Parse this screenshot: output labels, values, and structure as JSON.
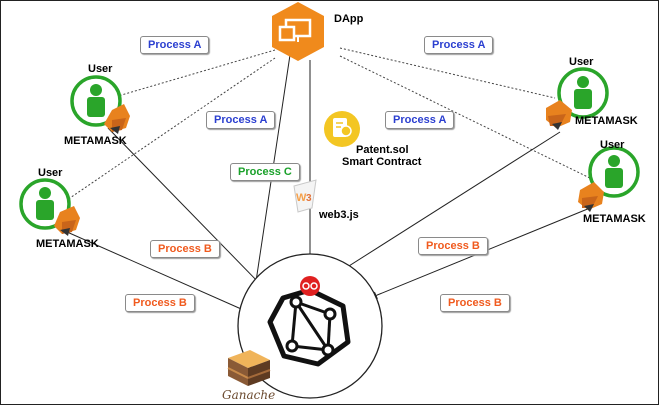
{
  "dapp": {
    "label": "DApp"
  },
  "contract": {
    "line1": "Patent.sol",
    "line2": "Smart Contract"
  },
  "web3": {
    "label": "web3.js"
  },
  "ganache": {
    "label": "Ganache"
  },
  "users": [
    {
      "user_label": "User",
      "wallet_label": "METAMASK"
    },
    {
      "user_label": "User",
      "wallet_label": "METAMASK"
    },
    {
      "user_label": "User",
      "wallet_label": "METAMASK"
    },
    {
      "user_label": "User",
      "wallet_label": "METAMASK"
    }
  ],
  "process_labels": {
    "a1": "Process A",
    "a2": "Process A",
    "a3": "Process A",
    "a4": "Process A",
    "c": "Process C",
    "b1": "Process B",
    "b2": "Process B",
    "b3": "Process B",
    "b4": "Process B"
  },
  "colors": {
    "dapp_orange": "#f08a1c",
    "user_green": "#2aa52a",
    "process_a": "#2b3fd0",
    "process_b": "#f05a1e",
    "process_c": "#1aa12a",
    "contract_yellow": "#f3c623",
    "node_red": "#e02020"
  }
}
